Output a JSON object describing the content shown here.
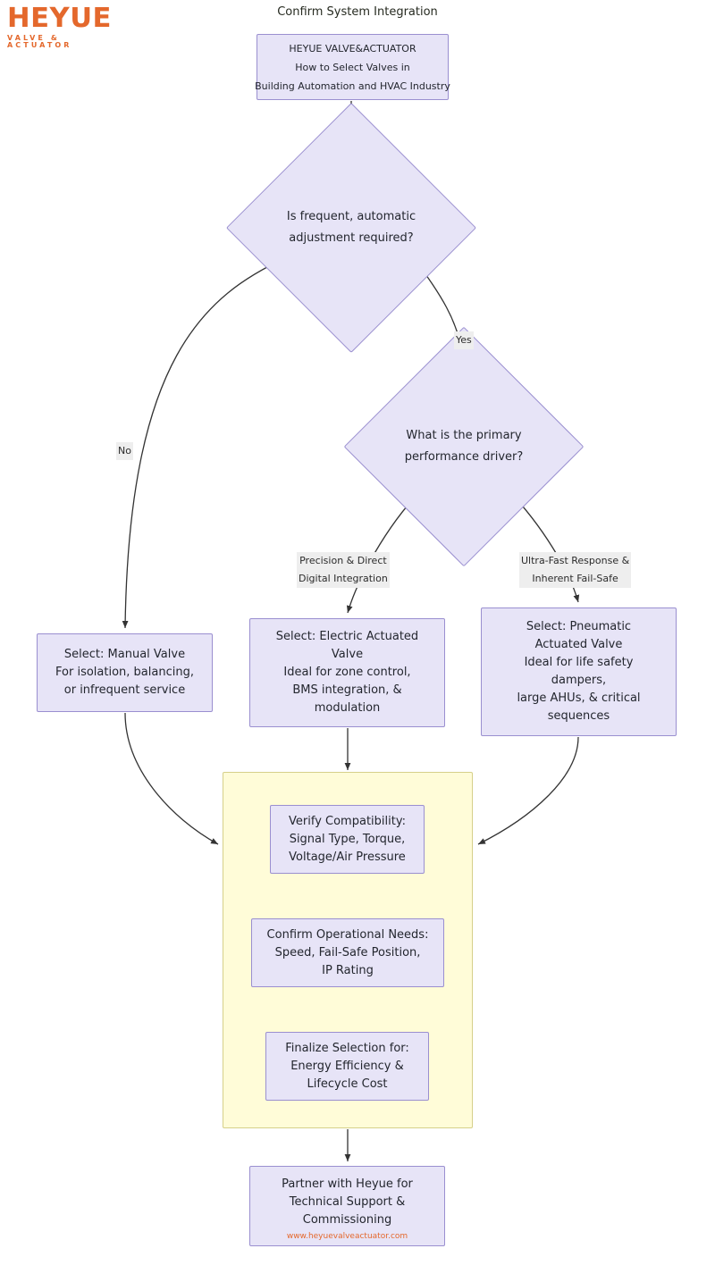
{
  "logo": {
    "word": "HEYUE",
    "subtitle": "VALVE & ACTUATOR",
    "color": "#e4682c"
  },
  "colors": {
    "node_fill": "#e7e4f7",
    "node_border": "#9a8fd0",
    "subgraph_fill": "#fffcd8",
    "subgraph_border": "#d6d08a",
    "edge_label_bg": "#eeeeee",
    "edge_stroke": "#333333",
    "brand_orange": "#e4682c"
  },
  "title_node": {
    "line1": "HEYUE VALVE&ACTUATOR",
    "line2": "How to Select Valves in",
    "line3": "Building Automation and HVAC Industry"
  },
  "decisions": {
    "adjust": {
      "line1": "Is frequent, automatic",
      "line2": "adjustment required?"
    },
    "driver": {
      "line1": "What is the primary",
      "line2": "performance driver?"
    }
  },
  "edge_labels": {
    "no": "No",
    "yes": "Yes",
    "precision": {
      "line1": "Precision & Direct",
      "line2": "Digital Integration"
    },
    "ultra": {
      "line1": "Ultra-Fast Response &",
      "line2": "Inherent Fail-Safe"
    }
  },
  "outcomes": {
    "manual": {
      "line1": "Select: Manual Valve",
      "line2": "For isolation, balancing,",
      "line3": "or infrequent service"
    },
    "electric": {
      "line1": "Select: Electric Actuated",
      "line2": "Valve",
      "line3": "Ideal for zone control,",
      "line4": "BMS integration, &",
      "line5": "modulation"
    },
    "pneumatic": {
      "line1": "Select: Pneumatic",
      "line2": "Actuated Valve",
      "line3": "Ideal for life safety",
      "line4": "dampers,",
      "line5": "large AHUs, & critical",
      "line6": "sequences"
    }
  },
  "subgraph": {
    "title": "Confirm System Integration",
    "verify": {
      "line1": "Verify Compatibility:",
      "line2": "Signal Type, Torque,",
      "line3": "Voltage/Air Pressure"
    },
    "operational": {
      "line1": "Confirm Operational Needs:",
      "line2": "Speed, Fail-Safe Position,",
      "line3": "IP Rating"
    },
    "finalize": {
      "line1": "Finalize Selection for:",
      "line2": "Energy Efficiency &",
      "line3": "Lifecycle Cost"
    }
  },
  "final_node": {
    "line1": "Partner with Heyue for",
    "line2": "Technical Support &",
    "line3": "Commissioning",
    "url": "www.heyuevalveactuator.com"
  }
}
